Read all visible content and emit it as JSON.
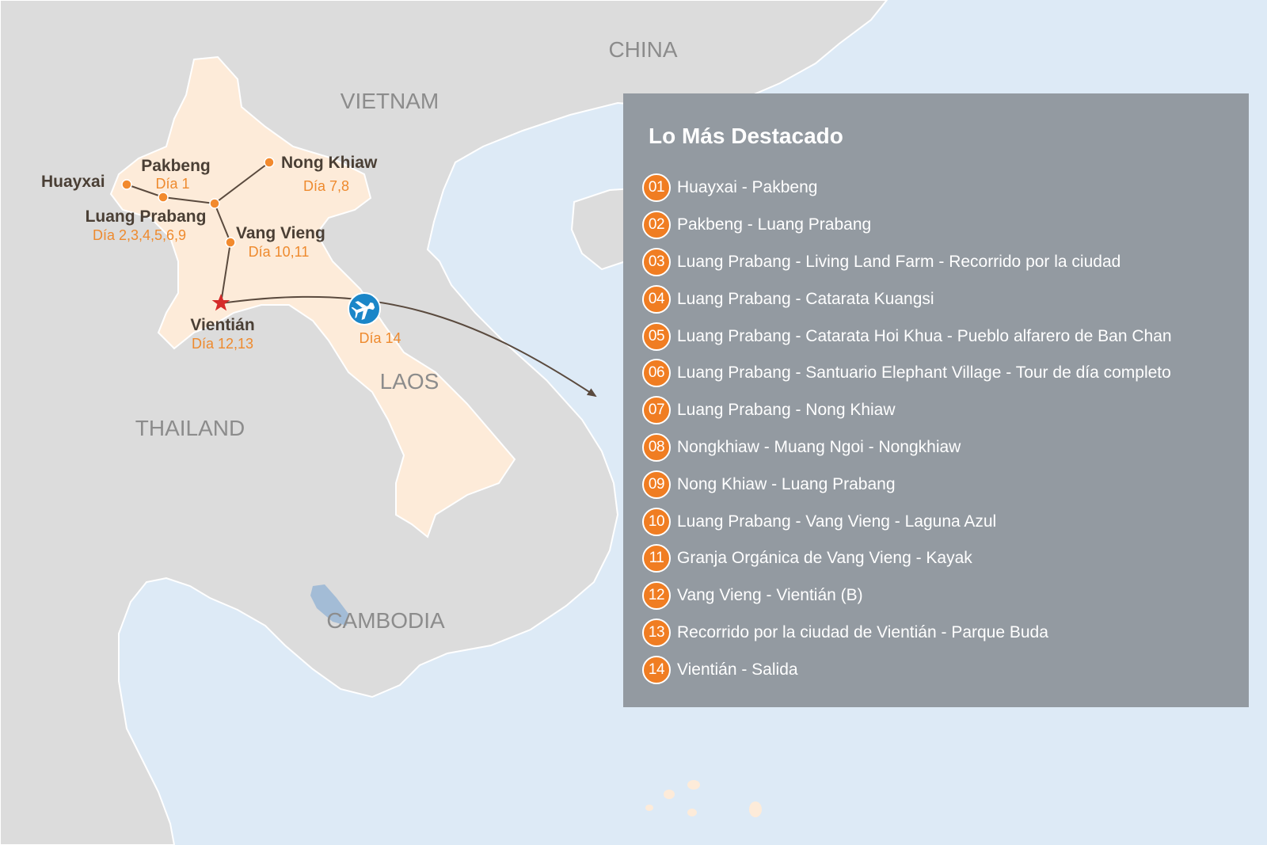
{
  "map": {
    "countries": [
      {
        "key": "china",
        "label": "CHINA"
      },
      {
        "key": "vietnam",
        "label": "VIETNAM"
      },
      {
        "key": "laos",
        "label": "LAOS"
      },
      {
        "key": "thailand",
        "label": "THAILAND"
      },
      {
        "key": "cambodia",
        "label": "CAMBODIA"
      }
    ],
    "cities": [
      {
        "name": "Huayxai",
        "days": ""
      },
      {
        "name": "Pakbeng",
        "days": "Día 1"
      },
      {
        "name": "Luang Prabang",
        "days": "Día 2,3,4,5,6,9"
      },
      {
        "name": "Nong Khiaw",
        "days": "Día 7,8"
      },
      {
        "name": "Vang Vieng",
        "days": "Día 10,11"
      },
      {
        "name": "Vientián",
        "days": "Día 12,13"
      }
    ],
    "flight": {
      "days": "Día 14"
    },
    "colors": {
      "sea": "#ddeaf6",
      "land": "#dcdcdc",
      "laos": "#fdebd9",
      "route": "#5a4a3e",
      "dot": "#f28a2e",
      "capital_star": "#d52b2b",
      "airport": "#1a86c8"
    },
    "icons": {
      "capital": "red-star-icon",
      "airport": "airplane-icon"
    }
  },
  "highlights": {
    "title": "Lo Más Destacado",
    "items": [
      {
        "num": "01",
        "text": "Huayxai - Pakbeng"
      },
      {
        "num": "02",
        "text": "Pakbeng - Luang Prabang"
      },
      {
        "num": "03",
        "text": "Luang Prabang - Living Land Farm - Recorrido por la ciudad"
      },
      {
        "num": "04",
        "text": "Luang Prabang - Catarata Kuangsi"
      },
      {
        "num": "05",
        "text": "Luang Prabang - Catarata Hoi Khua - Pueblo alfarero de Ban Chan"
      },
      {
        "num": "06",
        "text": "Luang Prabang - Santuario Elephant Village - Tour de día completo"
      },
      {
        "num": "07",
        "text": "Luang Prabang - Nong Khiaw"
      },
      {
        "num": "08",
        "text": "Nongkhiaw - Muang Ngoi - Nongkhiaw"
      },
      {
        "num": "09",
        "text": "Nong Khiaw - Luang Prabang"
      },
      {
        "num": "10",
        "text": "Luang Prabang - Vang Vieng - Laguna Azul"
      },
      {
        "num": "11",
        "text": "Granja Orgánica de Vang Vieng - Kayak"
      },
      {
        "num": "12",
        "text": "Vang Vieng - Vientián (B)"
      },
      {
        "num": "13",
        "text": "Recorrido por la ciudad de Vientián - Parque Buda"
      },
      {
        "num": "14",
        "text": "Vientián - Salida"
      }
    ]
  }
}
